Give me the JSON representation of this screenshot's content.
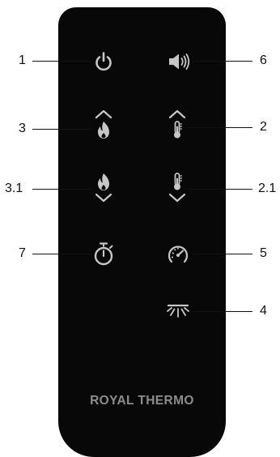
{
  "brand": "ROYAL THERMO",
  "colors": {
    "remote_body": "#080808",
    "icon_gray": "#c6c6c6",
    "brand_text": "#8c8c8c",
    "callout_text": "#111111"
  },
  "callouts": {
    "power": "1",
    "volume": "6",
    "flame_up": "3",
    "temp_up": "2",
    "flame_down": "3.1",
    "temp_down": "2.1",
    "timer": "7",
    "speed": "5",
    "light": "4"
  },
  "icons": {
    "power": "power-icon",
    "volume": "speaker-icon",
    "flame_up": "flame-up-icon",
    "temp_up": "thermometer-up-icon",
    "flame_down": "flame-down-icon",
    "temp_down": "thermometer-down-icon",
    "timer": "timer-icon",
    "speed": "speedometer-icon",
    "light": "light-icon"
  }
}
